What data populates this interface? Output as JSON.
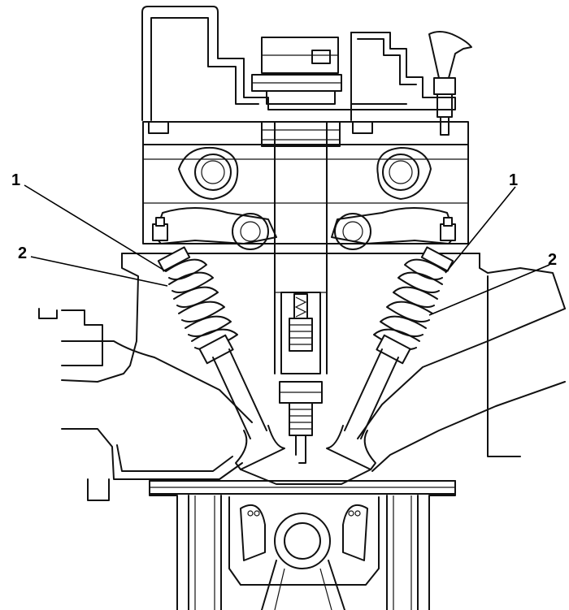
{
  "diagram": {
    "callouts": [
      {
        "id": "left-1",
        "label": "1"
      },
      {
        "id": "left-2",
        "label": "2"
      },
      {
        "id": "right-1",
        "label": "1"
      },
      {
        "id": "right-2",
        "label": "2"
      }
    ]
  }
}
